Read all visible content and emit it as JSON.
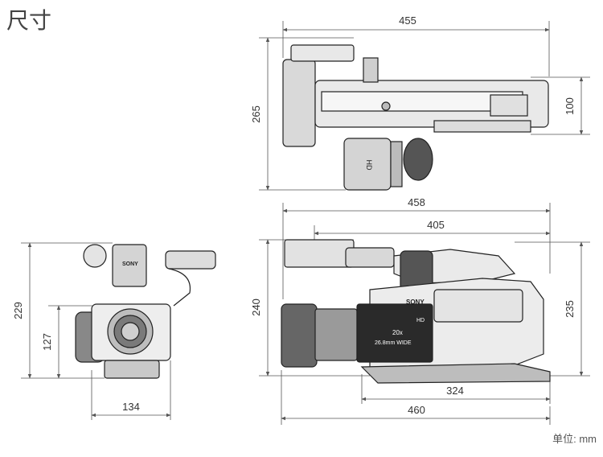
{
  "title": "尺寸",
  "unit_note": "单位: mm",
  "top_view": {
    "width": "455",
    "height": "265",
    "body_height": "100"
  },
  "side_view": {
    "overall_length": "458",
    "handle_length": "405",
    "height": "240",
    "body_height": "235",
    "base_length": "324",
    "bottom_length": "460"
  },
  "front_view": {
    "height": "229",
    "lens_height": "127",
    "width": "134"
  },
  "camera_labels": {
    "brand": "SONY",
    "badge": "HD",
    "zoom": "20x",
    "lens_wide": "26.8mm WIDE"
  }
}
